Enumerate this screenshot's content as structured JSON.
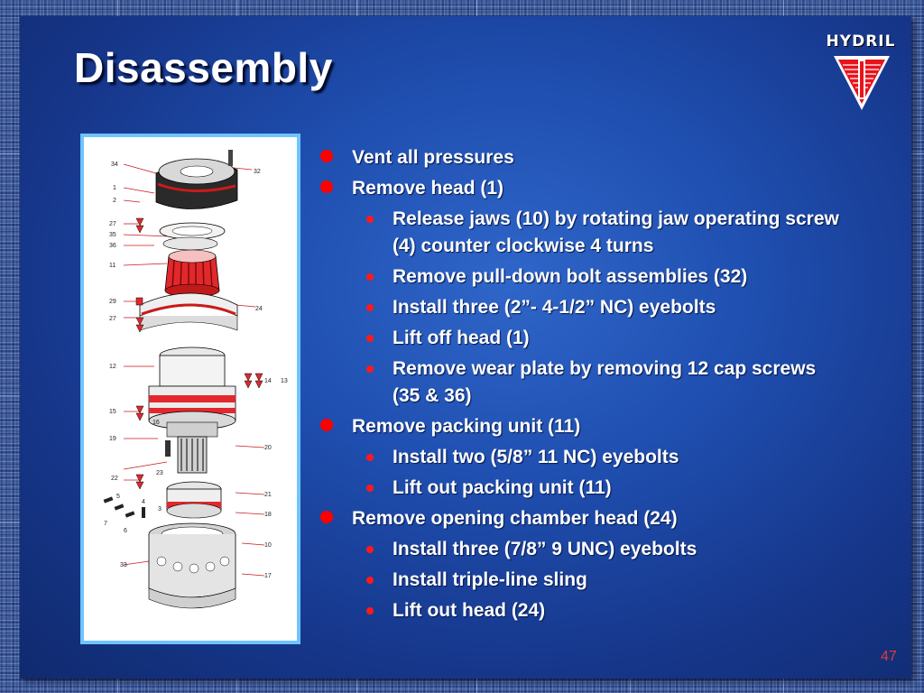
{
  "slide": {
    "title": "Disassembly",
    "page_number": "47",
    "logo_text": "HYDRIL"
  },
  "figure": {
    "labels": [
      "34",
      "32",
      "1",
      "2",
      "27",
      "35",
      "36",
      "11",
      "29",
      "24",
      "27",
      "12",
      "14",
      "13",
      "15",
      "16",
      "19",
      "20",
      "22",
      "23",
      "21",
      "5",
      "4",
      "3",
      "18",
      "7",
      "6",
      "10",
      "33",
      "17"
    ]
  },
  "bullets": [
    {
      "level": 1,
      "text": "Vent all pressures"
    },
    {
      "level": 1,
      "text": "Remove head (1)"
    },
    {
      "level": 2,
      "text": "Release jaws (10) by rotating jaw operating screw (4) counter clockwise 4 turns"
    },
    {
      "level": 2,
      "text": "Remove pull-down bolt assemblies (32)"
    },
    {
      "level": 2,
      "text": "Install three (2”- 4-1/2” NC) eyebolts"
    },
    {
      "level": 2,
      "text": "Lift off head (1)"
    },
    {
      "level": 2,
      "text": "Remove wear plate by removing 12 cap screws (35 & 36)"
    },
    {
      "level": 1,
      "text": "Remove packing unit (11)"
    },
    {
      "level": 2,
      "text": "Install two (5/8” 11 NC) eyebolts"
    },
    {
      "level": 2,
      "text": "Lift out packing unit (11)"
    },
    {
      "level": 1,
      "text": "Remove opening chamber head (24)"
    },
    {
      "level": 2,
      "text": "Install three (7/8” 9 UNC) eyebolts"
    },
    {
      "level": 2,
      "text": "Install triple-line sling"
    },
    {
      "level": 2,
      "text": "Lift out head (24)"
    }
  ],
  "colors": {
    "accent_red": "#ff0000",
    "frame_border": "#6fc4ff",
    "panel_blue": "#1f4fb0"
  }
}
